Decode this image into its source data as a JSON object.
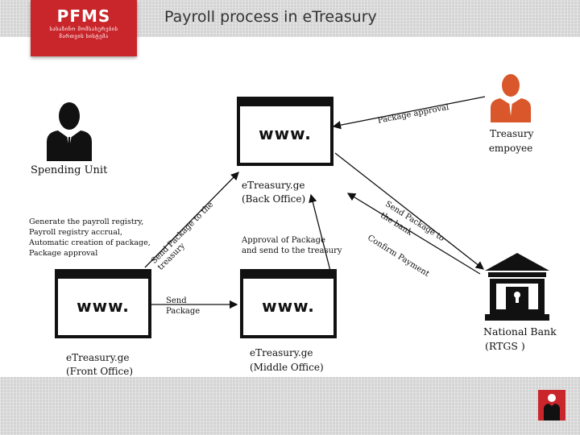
{
  "header": {
    "logo_title": "PFMS",
    "logo_line1": "სახაზინო მომსახურების",
    "logo_line2": "მართვის სისტემა",
    "title": "Payroll process in eTreasury"
  },
  "icons": [
    "person-icon",
    "bank-icon",
    "browser-icon",
    "pfms-logo-icon"
  ],
  "colors": {
    "brand_red": "#c9262c",
    "employee_orange": "#d9572a"
  },
  "actors": {
    "spending_unit": "Spending Unit",
    "treasury_employee_line1": "Treasury",
    "treasury_employee_line2": "empoyee",
    "national_bank_line1": "National Bank",
    "national_bank_line2": "(RTGS )"
  },
  "systems": {
    "www": "www.",
    "back_office_line1": "eTreasury.ge",
    "back_office_line2": "(Back Office)",
    "front_office_line1": "eTreasury.ge",
    "front_office_line2": "(Front Office)",
    "middle_office_line1": "eTreasury.ge",
    "middle_office_line2": "(Middle Office)"
  },
  "notes": {
    "spending_unit_steps": [
      "Generate the payroll registry,",
      "Payroll registry accrual,",
      "Automatic creation of package,",
      "Package approval"
    ],
    "middle_office_action_line1": "Approval of Package",
    "middle_office_action_line2": "and send to the treasury"
  },
  "arrows": {
    "package_approval": "Package approval",
    "send_to_treasury_line1": "Send Package to the",
    "send_to_treasury_line2": "treasury",
    "send_to_bank_line1": "Send Package to",
    "send_to_bank_line2": "the bank",
    "confirm_payment": "Confirm Payment",
    "send_package_line1": "Send",
    "send_package_line2": "Package"
  }
}
